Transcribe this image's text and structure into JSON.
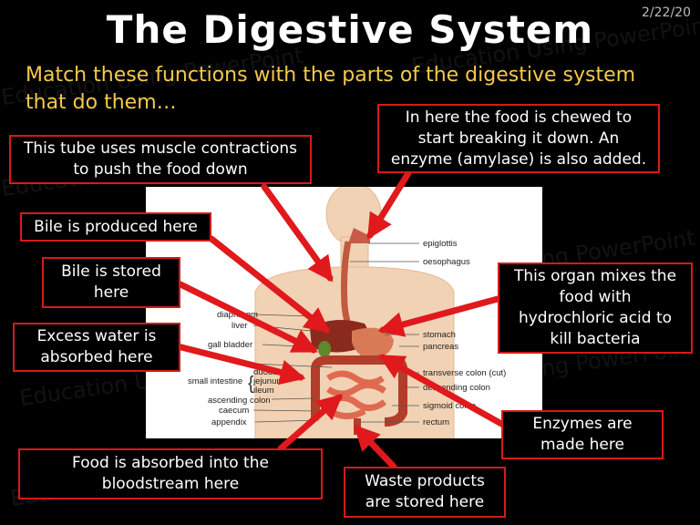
{
  "slide": {
    "title": "The Digestive System",
    "date": "2/22/20",
    "subtitle": "Match these functions with the parts of the digestive system that do them…",
    "watermark": "Education Using PowerPoint"
  },
  "boxes": [
    {
      "id": "mouth",
      "text": "In here the food is chewed to\nstart breaking it down.  An\nenzyme (amylase) is also added."
    },
    {
      "id": "oesophagus",
      "text": "This tube uses muscle contractions\nto push the food down"
    },
    {
      "id": "liver",
      "text": "Bile is produced here"
    },
    {
      "id": "gall-bladder",
      "text": "Bile is stored\nhere"
    },
    {
      "id": "stomach",
      "text": "This organ mixes the\nfood with\nhydrochloric acid to\nkill bacteria"
    },
    {
      "id": "large-intestine",
      "text": "Excess water is\nabsorbed here"
    },
    {
      "id": "pancreas",
      "text": "Enzymes are\nmade here"
    },
    {
      "id": "small-intestine",
      "text": "Food is absorbed into the\nbloodstream here"
    },
    {
      "id": "rectum",
      "text": "Waste products\nare stored here"
    }
  ],
  "diagram_labels": {
    "right": [
      "epiglottis",
      "oesophagus",
      "stomach",
      "pancreas",
      "transverse colon (cut)",
      "descending colon",
      "sigmoid colon",
      "rectum"
    ],
    "left": [
      "diaphragm",
      "liver",
      "gall bladder",
      "duodenum",
      "small intestine",
      "jejunum",
      "ileum",
      "ascending colon",
      "caecum",
      "appendix"
    ]
  },
  "colors": {
    "box_border": "#d61a1a",
    "arrow": "#e0191d",
    "subtitle": "#f6c94a",
    "background": "#000000"
  }
}
